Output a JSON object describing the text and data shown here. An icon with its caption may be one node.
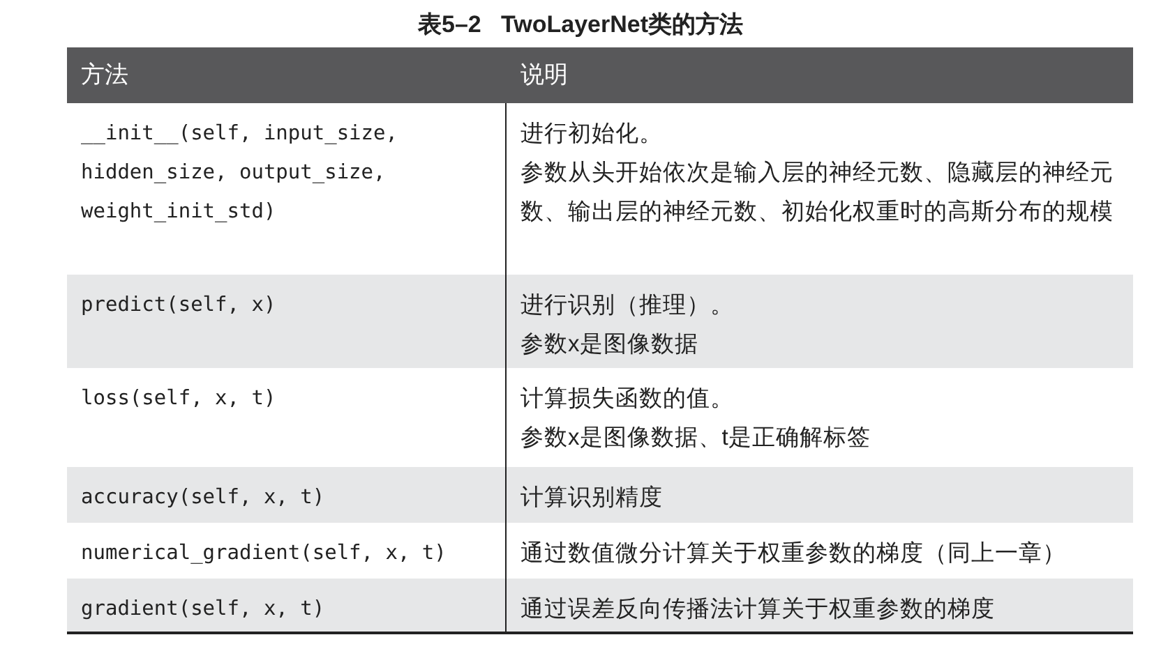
{
  "diagram": {
    "title": "表5–2 TwoLayerNet类的方法",
    "labels": [
      "方法",
      "说明",
      "__init__(self, input_size, hidden_size, output_size, weight_init_std)",
      "进行初始化。",
      "参数从头开始依次是输入层的神经元数、隐藏层的神经元数、输出层的神经元数、初始化权重时的高斯分布的规模",
      "predict(self, x)",
      "进行识别（推理）。",
      "参数x是图像数据",
      "loss(self, x, t)",
      "计算损失函数的值。",
      "参数x是图像数据、t是正确解标签",
      "accuracy(self, x, t)",
      "计算识别精度",
      "numerical_gradient(self, x, t)",
      "通过数值微分计算关于权重参数的梯度（同上一章）",
      "gradient(self, x, t)",
      "通过误差反向传播法计算关于权重参数的梯度"
    ]
  }
}
